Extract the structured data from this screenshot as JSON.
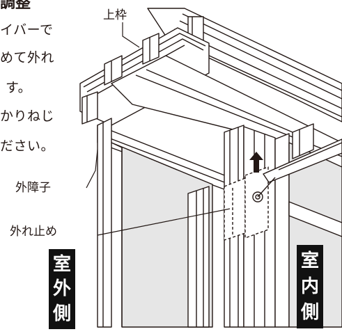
{
  "instructions": {
    "heading": "調整",
    "lines": [
      "イバーで",
      "めて外れ",
      "す。",
      "かりねじ",
      "ださい。"
    ]
  },
  "callouts": {
    "upper_frame": "上枠",
    "outer_sash": "外障子",
    "stopper": "外れ止め"
  },
  "side_labels": {
    "outdoor": [
      "室",
      "外",
      "側"
    ],
    "indoor": [
      "室",
      "内",
      "側"
    ]
  },
  "colors": {
    "line": "#231815",
    "glass": "#e6e6e6",
    "frame": "#ffffff",
    "label_bg": "#111111"
  }
}
